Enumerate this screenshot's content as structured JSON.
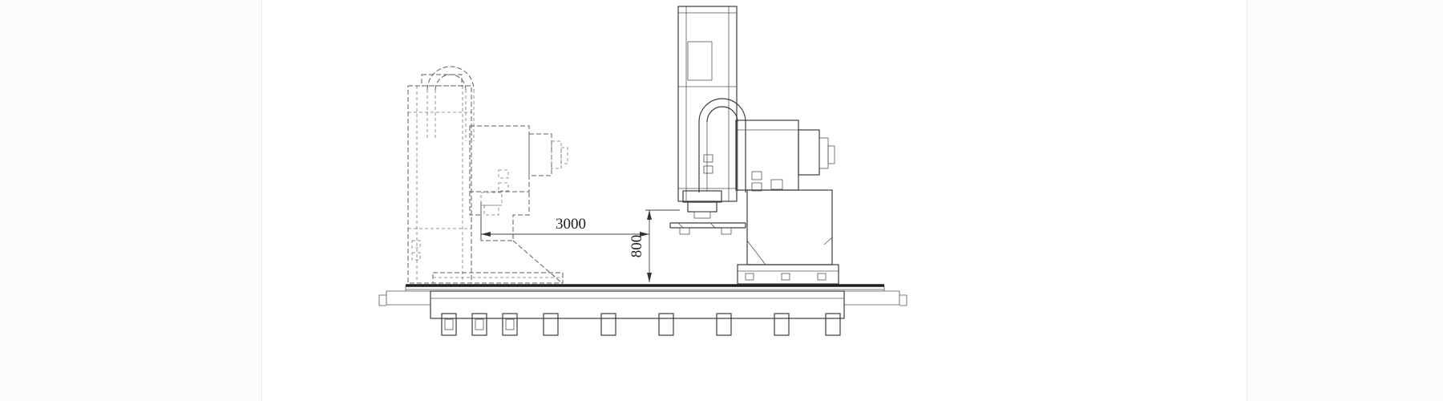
{
  "drawing": {
    "type": "technical-side-elevation",
    "dimensions": {
      "horizontal_span": {
        "label": "3000"
      },
      "vertical_height": {
        "label": "800"
      }
    },
    "style": {
      "solid_line_color": "#3c3c3c",
      "phantom_line_color": "#5f5f5f",
      "background_color": "#ffffff",
      "margin_color": "#fcfcfc"
    }
  }
}
